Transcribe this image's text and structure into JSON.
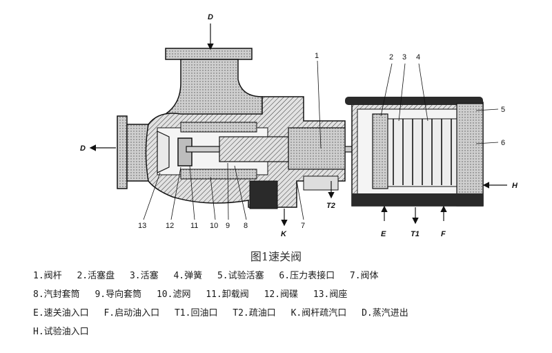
{
  "figure": {
    "caption": "图1速关阀",
    "callouts": [
      "1",
      "2",
      "3",
      "4",
      "5",
      "6",
      "7",
      "8",
      "9",
      "10",
      "11",
      "12",
      "13"
    ],
    "ports": {
      "D_top": "D",
      "D_left": "D",
      "H": "H",
      "K": "K",
      "E": "E",
      "F": "F",
      "T1": "T1",
      "T2": "T2"
    }
  },
  "legend": [
    [
      "1.阀杆",
      "2.活塞盘",
      "3.活塞",
      "4.弹簧",
      "5.试验活塞",
      "6.压力表接口",
      "7.阀体"
    ],
    [
      "8.汽封套筒",
      "9.导向套筒",
      "10.滤网",
      "11.卸载阀",
      "12.阀碟",
      "13.阀座"
    ],
    [
      "E.速关油入口",
      "F.启动油入口",
      "T1.回油口",
      "T2.疏油口",
      "K.阀杆疏汽口",
      "D.蒸汽进出"
    ],
    [
      "H.试验油入口"
    ]
  ],
  "colors": {
    "metal": "#d9d9d9",
    "hatch": "#222222",
    "line": "#111111"
  }
}
